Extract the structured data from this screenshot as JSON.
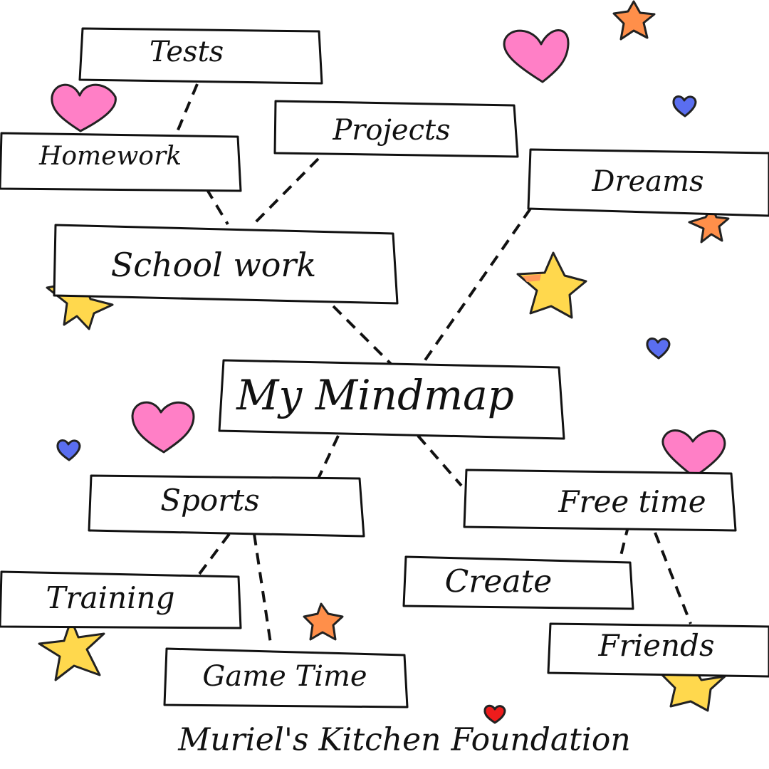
{
  "center": {
    "label": "My Mindmap"
  },
  "branches": {
    "school_work": "School work",
    "tests": "Tests",
    "homework": "Homework",
    "projects": "Projects",
    "dreams": "Dreams",
    "sports": "Sports",
    "training": "Training",
    "game_time": "Game Time",
    "free_time": "Free time",
    "create": "Create",
    "friends": "Friends"
  },
  "footer": {
    "text": "Muriel's Kitchen Foundation"
  },
  "decorations": {
    "colors": {
      "pink_heart": "#ff7fc6",
      "blue_heart": "#5a6ef0",
      "red_heart": "#ee1c1c",
      "yellow_star": "#ffd84d",
      "orange_star": "#ff8f4a"
    },
    "icons": [
      "pink-heart-icon",
      "blue-heart-icon",
      "red-heart-icon",
      "yellow-star-icon",
      "orange-star-icon"
    ]
  }
}
